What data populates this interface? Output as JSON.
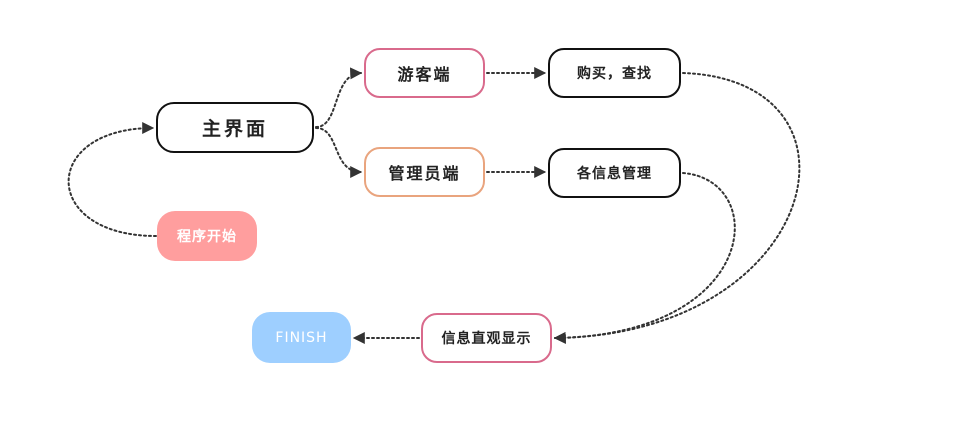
{
  "colors": {
    "start_fill": "#ff9e9e",
    "finish_fill": "#9ecfff",
    "pink_border": "#d96a8c",
    "orange_border": "#e9a47e",
    "black_border": "#111111",
    "connector": "#333333"
  },
  "nodes": {
    "start": "程序开始",
    "main": "主界面",
    "visitor": "游客端",
    "admin": "管理员端",
    "buy": "购买，查找",
    "info_mgmt": "各信息管理",
    "display": "信息直观显示",
    "finish": "FINISH"
  }
}
